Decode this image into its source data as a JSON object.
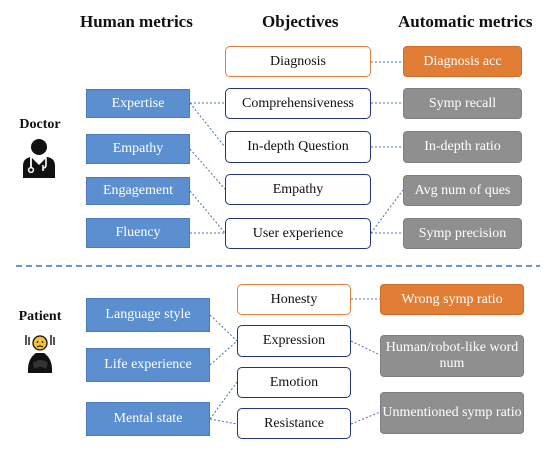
{
  "headers": {
    "human": "Human metrics",
    "objectives": "Objectives",
    "automatic": "Automatic metrics"
  },
  "doctor": {
    "label": "Doctor",
    "icon": "doctor-icon",
    "human_metrics": [
      "Expertise",
      "Empathy",
      "Engagement",
      "Fluency"
    ],
    "objectives": [
      "Diagnosis",
      "Comprehensiveness",
      "In-depth Question",
      "Empathy",
      "User experience"
    ],
    "automatic_metrics": [
      "Diagnosis acc",
      "Symp recall",
      "In-depth ratio",
      "Avg num of ques",
      "Symp precision"
    ]
  },
  "patient": {
    "label": "Patient",
    "icon": "patient-icon",
    "human_metrics": [
      "Language style",
      "Life experience",
      "Mental state"
    ],
    "objectives": [
      "Honesty",
      "Expression",
      "Emotion",
      "Resistance"
    ],
    "automatic_metrics": [
      "Wrong symp ratio",
      "Human/robot-like word num",
      "Unmentioned symp ratio"
    ]
  },
  "colors": {
    "human_box": "#5b8fcf",
    "objective_border": "#25357a",
    "highlight_orange": "#e27d36",
    "auto_box": "#8f8f8f",
    "connector": "#4a6cb8"
  }
}
